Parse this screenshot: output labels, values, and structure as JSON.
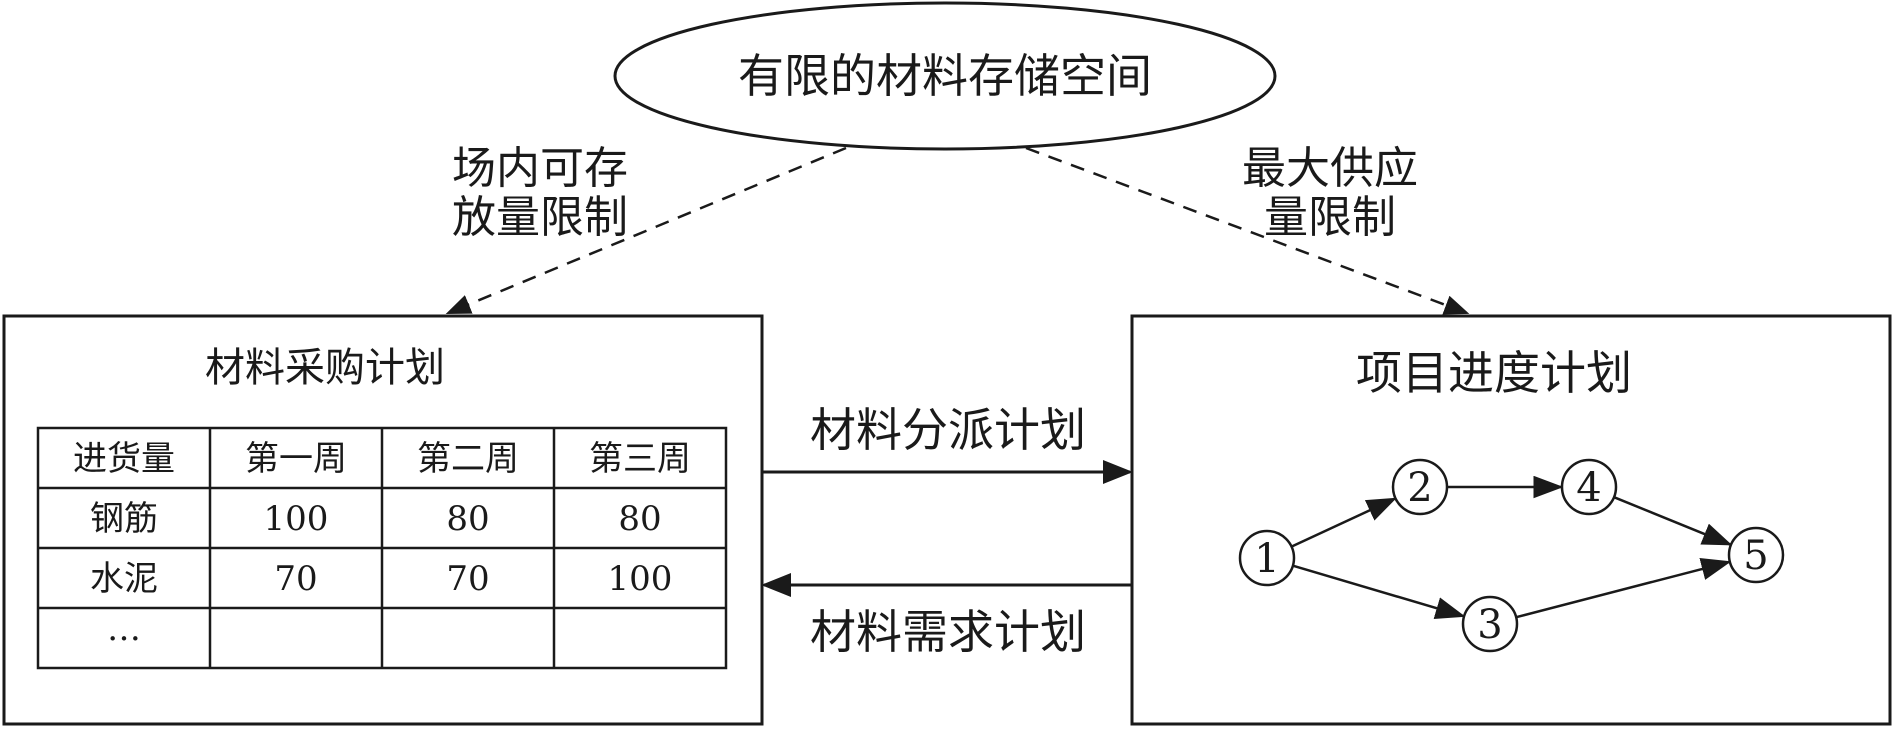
{
  "storage_node": {
    "label": "有限的材料存储空间"
  },
  "left_constraint": {
    "line1": "场内可存",
    "line2": "放量限制"
  },
  "right_constraint": {
    "line1": "最大供应",
    "line2": "量限制"
  },
  "procurement_box": {
    "title": "材料采购计划"
  },
  "schedule_box": {
    "title": "项目进度计划"
  },
  "dispatch_flow": {
    "label": "材料分派计划"
  },
  "demand_flow": {
    "label": "材料需求计划"
  },
  "procurement_table": {
    "headers": [
      "进货量",
      "第一周",
      "第二周",
      "第三周"
    ],
    "rows": [
      [
        "钢筋",
        "100",
        "80",
        "80"
      ],
      [
        "水泥",
        "70",
        "70",
        "100"
      ],
      [
        "…",
        "",
        "",
        ""
      ]
    ]
  },
  "network": {
    "nodes": [
      "1",
      "2",
      "3",
      "4",
      "5"
    ],
    "edges": [
      [
        "1",
        "2"
      ],
      [
        "1",
        "3"
      ],
      [
        "2",
        "4"
      ],
      [
        "4",
        "5"
      ],
      [
        "3",
        "5"
      ]
    ]
  },
  "colors": {
    "stroke": "#1a1a1a",
    "background": "#ffffff"
  }
}
